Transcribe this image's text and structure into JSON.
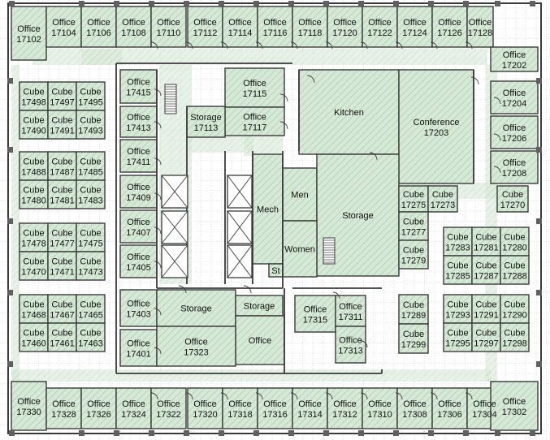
{
  "colors": {
    "background": "#ffffff",
    "room_fill": "#d6e8d6",
    "hatch": "#b8d2b8",
    "wall": "#3a3a3a",
    "column": "#606060",
    "grid": "#c8c8c8",
    "door": "#3a3a3a"
  },
  "rooms": {
    "r1": [
      "Office",
      "17102"
    ],
    "r2": [
      "Office",
      "17104"
    ],
    "r3": [
      "Office",
      "17106"
    ],
    "r4": [
      "Office",
      "17108"
    ],
    "r5": [
      "Office",
      "17110"
    ],
    "r6": [
      "Office",
      "17112"
    ],
    "r7": [
      "Office",
      "17114"
    ],
    "r8": [
      "Office",
      "17116"
    ],
    "r9": [
      "Office",
      "17118"
    ],
    "r10": [
      "Office",
      "17120"
    ],
    "r11": [
      "Office",
      "17122"
    ],
    "r12": [
      "Office",
      "17124"
    ],
    "r13": [
      "Office",
      "17126"
    ],
    "r14": [
      "Office",
      "17128"
    ],
    "r15": [
      "Office",
      "17202"
    ],
    "r16": [
      "Office",
      "17204"
    ],
    "r17": [
      "Office",
      "17206"
    ],
    "r18": [
      "Office",
      "17208"
    ],
    "r19": [
      "Cube",
      "17270"
    ],
    "r20": [
      "Office",
      "17330"
    ],
    "r21": [
      "Office",
      "17328"
    ],
    "r22": [
      "Office",
      "17326"
    ],
    "r23": [
      "Office",
      "17324"
    ],
    "r24": [
      "Office",
      "17322"
    ],
    "r25": [
      "Office",
      "17320"
    ],
    "r26": [
      "Office",
      "17318"
    ],
    "r27": [
      "Office",
      "17316"
    ],
    "r28": [
      "Office",
      "17314"
    ],
    "r29": [
      "Office",
      "17312"
    ],
    "r30": [
      "Office",
      "17310"
    ],
    "r31": [
      "Office",
      "17308"
    ],
    "r32": [
      "Office",
      "17306"
    ],
    "r33": [
      "Office",
      "17304"
    ],
    "r34": [
      "Office",
      "17302"
    ],
    "r35": [
      "Cube",
      "17498"
    ],
    "r36": [
      "Cube",
      "17497"
    ],
    "r37": [
      "Cube",
      "17495"
    ],
    "r38": [
      "Cube",
      "17490"
    ],
    "r39": [
      "Cube",
      "17491"
    ],
    "r40": [
      "Cube",
      "17493"
    ],
    "r41": [
      "Cube",
      "17488"
    ],
    "r42": [
      "Cube",
      "17487"
    ],
    "r43": [
      "Cube",
      "17485"
    ],
    "r44": [
      "Cube",
      "17480"
    ],
    "r45": [
      "Cube",
      "17481"
    ],
    "r46": [
      "Cube",
      "17483"
    ],
    "r47": [
      "Cube",
      "17478"
    ],
    "r48": [
      "Cube",
      "17477"
    ],
    "r49": [
      "Cube",
      "17475"
    ],
    "r50": [
      "Cube",
      "17470"
    ],
    "r51": [
      "Cube",
      "17471"
    ],
    "r52": [
      "Cube",
      "17473"
    ],
    "r53": [
      "Cube",
      "17468"
    ],
    "r54": [
      "Cube",
      "17467"
    ],
    "r55": [
      "Cube",
      "17465"
    ],
    "r56": [
      "Cube",
      "17460"
    ],
    "r57": [
      "Cube",
      "17461"
    ],
    "r58": [
      "Cube",
      "17463"
    ],
    "r59": [
      "Office",
      "17415"
    ],
    "r60": [
      "Office",
      "17413"
    ],
    "r61": [
      "Office",
      "17411"
    ],
    "r62": [
      "Office",
      "17409"
    ],
    "r63": [
      "Office",
      "17407"
    ],
    "r64": [
      "Office",
      "17405"
    ],
    "r65": [
      "Office",
      "17403"
    ],
    "r66": [
      "Office",
      "17401"
    ],
    "r67": [
      "Office",
      "17115"
    ],
    "r68": [
      "Office",
      "17117"
    ],
    "r69": [
      "Storage",
      "17113"
    ],
    "r70": [
      "Kitchen",
      ""
    ],
    "r71": [
      "Conference",
      "17203"
    ],
    "r72": [
      "Men",
      ""
    ],
    "r73": [
      "Storage",
      ""
    ],
    "r74": [
      "Mech",
      ""
    ],
    "r75": [
      "Women",
      ""
    ],
    "r76": [
      "St",
      ""
    ],
    "r77": [
      "Storage",
      ""
    ],
    "r78": [
      "Storage",
      ""
    ],
    "r79": [
      "Office",
      ""
    ],
    "r80": [
      "Office",
      "17323"
    ],
    "r81": [
      "Office",
      "17315"
    ],
    "r82": [
      "Office",
      "17311"
    ],
    "r83": [
      "Office",
      "17313"
    ],
    "r84": [
      "Cube",
      "17275"
    ],
    "r85": [
      "Cube",
      "17273"
    ],
    "r86": [
      "Cube",
      "17277"
    ],
    "r87": [
      "Cube",
      "17279"
    ],
    "r88": [
      "Cube",
      "17283"
    ],
    "r89": [
      "Cube",
      "17281"
    ],
    "r90": [
      "Cube",
      "17280"
    ],
    "r91": [
      "Cube",
      "17285"
    ],
    "r92": [
      "Cube",
      "17287"
    ],
    "r93": [
      "Cube",
      "17288"
    ],
    "r94": [
      "Cube",
      "17289"
    ],
    "r95": [
      "Cube",
      "17299"
    ],
    "r96": [
      "Cube",
      "17293"
    ],
    "r97": [
      "Cube",
      "17291"
    ],
    "r98": [
      "Cube",
      "17290"
    ],
    "r99": [
      "Cube",
      "17295"
    ],
    "r100": [
      "Cube",
      "17297"
    ],
    "r101": [
      "Cube",
      "17298"
    ]
  }
}
